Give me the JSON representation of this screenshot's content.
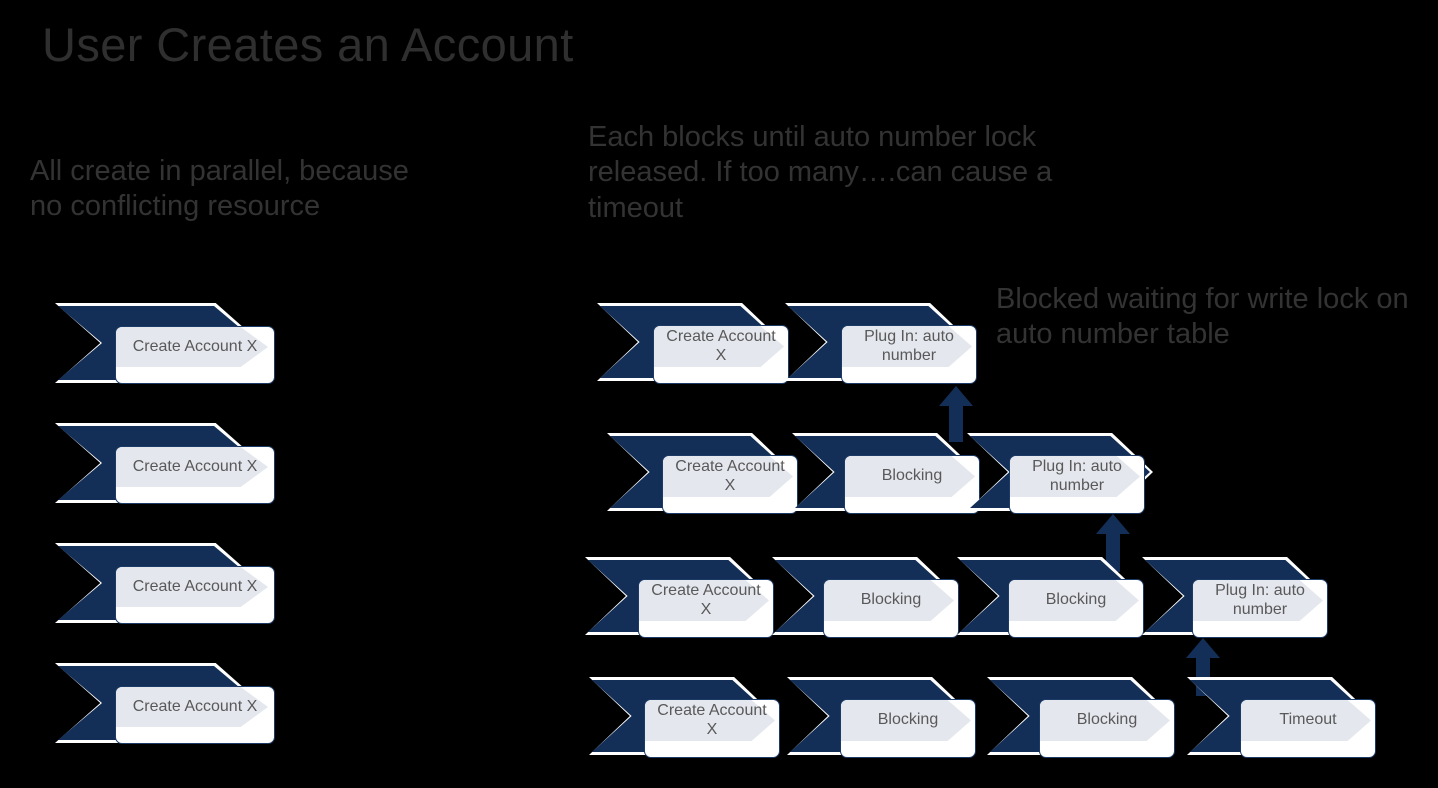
{
  "slide": {
    "title": "User Creates an Account",
    "background_color": "#000000",
    "navy": "#132F57",
    "band_color": "#e4e7ee",
    "card_color": "#ffffff",
    "text_color": "#595959",
    "note_color": "#333333"
  },
  "notes": {
    "left": "All create in parallel, because no conflicting resource",
    "middle": "Each blocks until auto number lock released. If too many….can cause a timeout",
    "right": "Blocked waiting for write lock on auto number table"
  },
  "left_column": {
    "steps": [
      {
        "label": "Create Account X"
      },
      {
        "label": "Create Account X"
      },
      {
        "label": "Create Account X"
      },
      {
        "label": "Create Account X"
      }
    ]
  },
  "right_diagram": {
    "rows": [
      {
        "steps": [
          {
            "label": "Create Account X"
          },
          {
            "label": "Plug In: auto number"
          }
        ]
      },
      {
        "steps": [
          {
            "label": "Create Account X"
          },
          {
            "label": "Blocking"
          },
          {
            "label": "Plug In: auto number"
          }
        ]
      },
      {
        "steps": [
          {
            "label": "Create Account X"
          },
          {
            "label": "Blocking"
          },
          {
            "label": "Blocking"
          },
          {
            "label": "Plug In: auto number"
          }
        ]
      },
      {
        "steps": [
          {
            "label": "Create Account X"
          },
          {
            "label": "Blocking"
          },
          {
            "label": "Blocking"
          },
          {
            "label": "Timeout"
          }
        ]
      }
    ],
    "arrows": [
      {
        "name": "arrow-row2-to-row1",
        "direction": "up"
      },
      {
        "name": "arrow-row3-to-row2",
        "direction": "up"
      },
      {
        "name": "arrow-row4-to-row3",
        "direction": "up"
      }
    ]
  }
}
